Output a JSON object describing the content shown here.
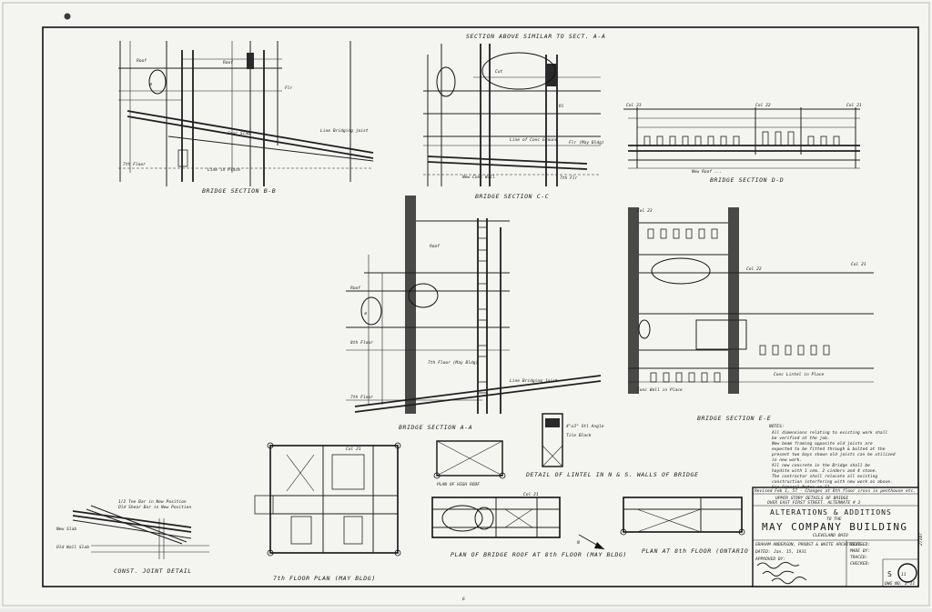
{
  "sheet": {
    "titles": {
      "section_b1": "BRIDGE SECTION B-B",
      "section_c": "BRIDGE SECTION C-C",
      "section_d": "BRIDGE SECTION D-D",
      "section_above": "SECTION ABOVE SIMILAR TO SECT. A-A",
      "section_a": "BRIDGE SECTION A-A",
      "section_e": "BRIDGE SECTION E-E",
      "lintel": "DETAIL OF LINTEL IN N & S. WALLS OF BRIDGE",
      "const_joint": "CONST. JOINT DETAIL",
      "floor_plan_7": "7th FLOOR PLAN (MAY BLDG)",
      "roof_plan": "PLAN OF BRIDGE ROOF AT 8th FLOOR (MAY BLDG)",
      "plan_8_ontario": "PLAN AT 8th FLOOR (ONTARIO BLDG)",
      "plan_high_roof": "PLAN OF HIGH ROOF"
    },
    "notes": {
      "heading": "NOTES:",
      "lines": [
        "All dimensions relating to existing work shall",
        "be verified at the job.",
        "New beam framing opposite old joists are",
        "expected to be fitted through & bolted at the",
        "present two bays shown old joists can be utilized",
        "in new work.",
        "All new concrete in the Bridge shall be",
        "haydite with 1 cem. 2 cinders and 4 stone.",
        "The contractor shall relocate all existing",
        "construction interfering with new work as above.",
        "See General Notes on S1."
      ]
    },
    "title_block": {
      "revision": "Revised Feb 1, 57 - Changes at 8th floor cross in penthouse etc.",
      "subtitle_1": "UPPER STORY DETAILS OF BRIDGE",
      "subtitle_2": "OVER EAST FIRST STREET. ALTERNATE # 2",
      "main_title": "ALTERATIONS & ADDITIONS",
      "to_the": "TO THE",
      "building": "MAY COMPANY BUILDING",
      "city": "CLEVELAND OHIO",
      "architects": "GRAHAM ANDERSON, PROBST & WHITE ARCHITECTS",
      "dated_label": "DATED:",
      "dated": "Jan. 15, 1931",
      "approved_label": "APPROVED BY:",
      "revised_label": "REVISED:",
      "made_label": "MADE BY:",
      "traced_label": "TRACED:",
      "checked_label": "CHECKED:",
      "sheet_letter": "S",
      "sheet_number": "11",
      "drawing_ref": "DWG NO. 2-11"
    },
    "page_footer_number": "6",
    "edge_note": "27147"
  }
}
